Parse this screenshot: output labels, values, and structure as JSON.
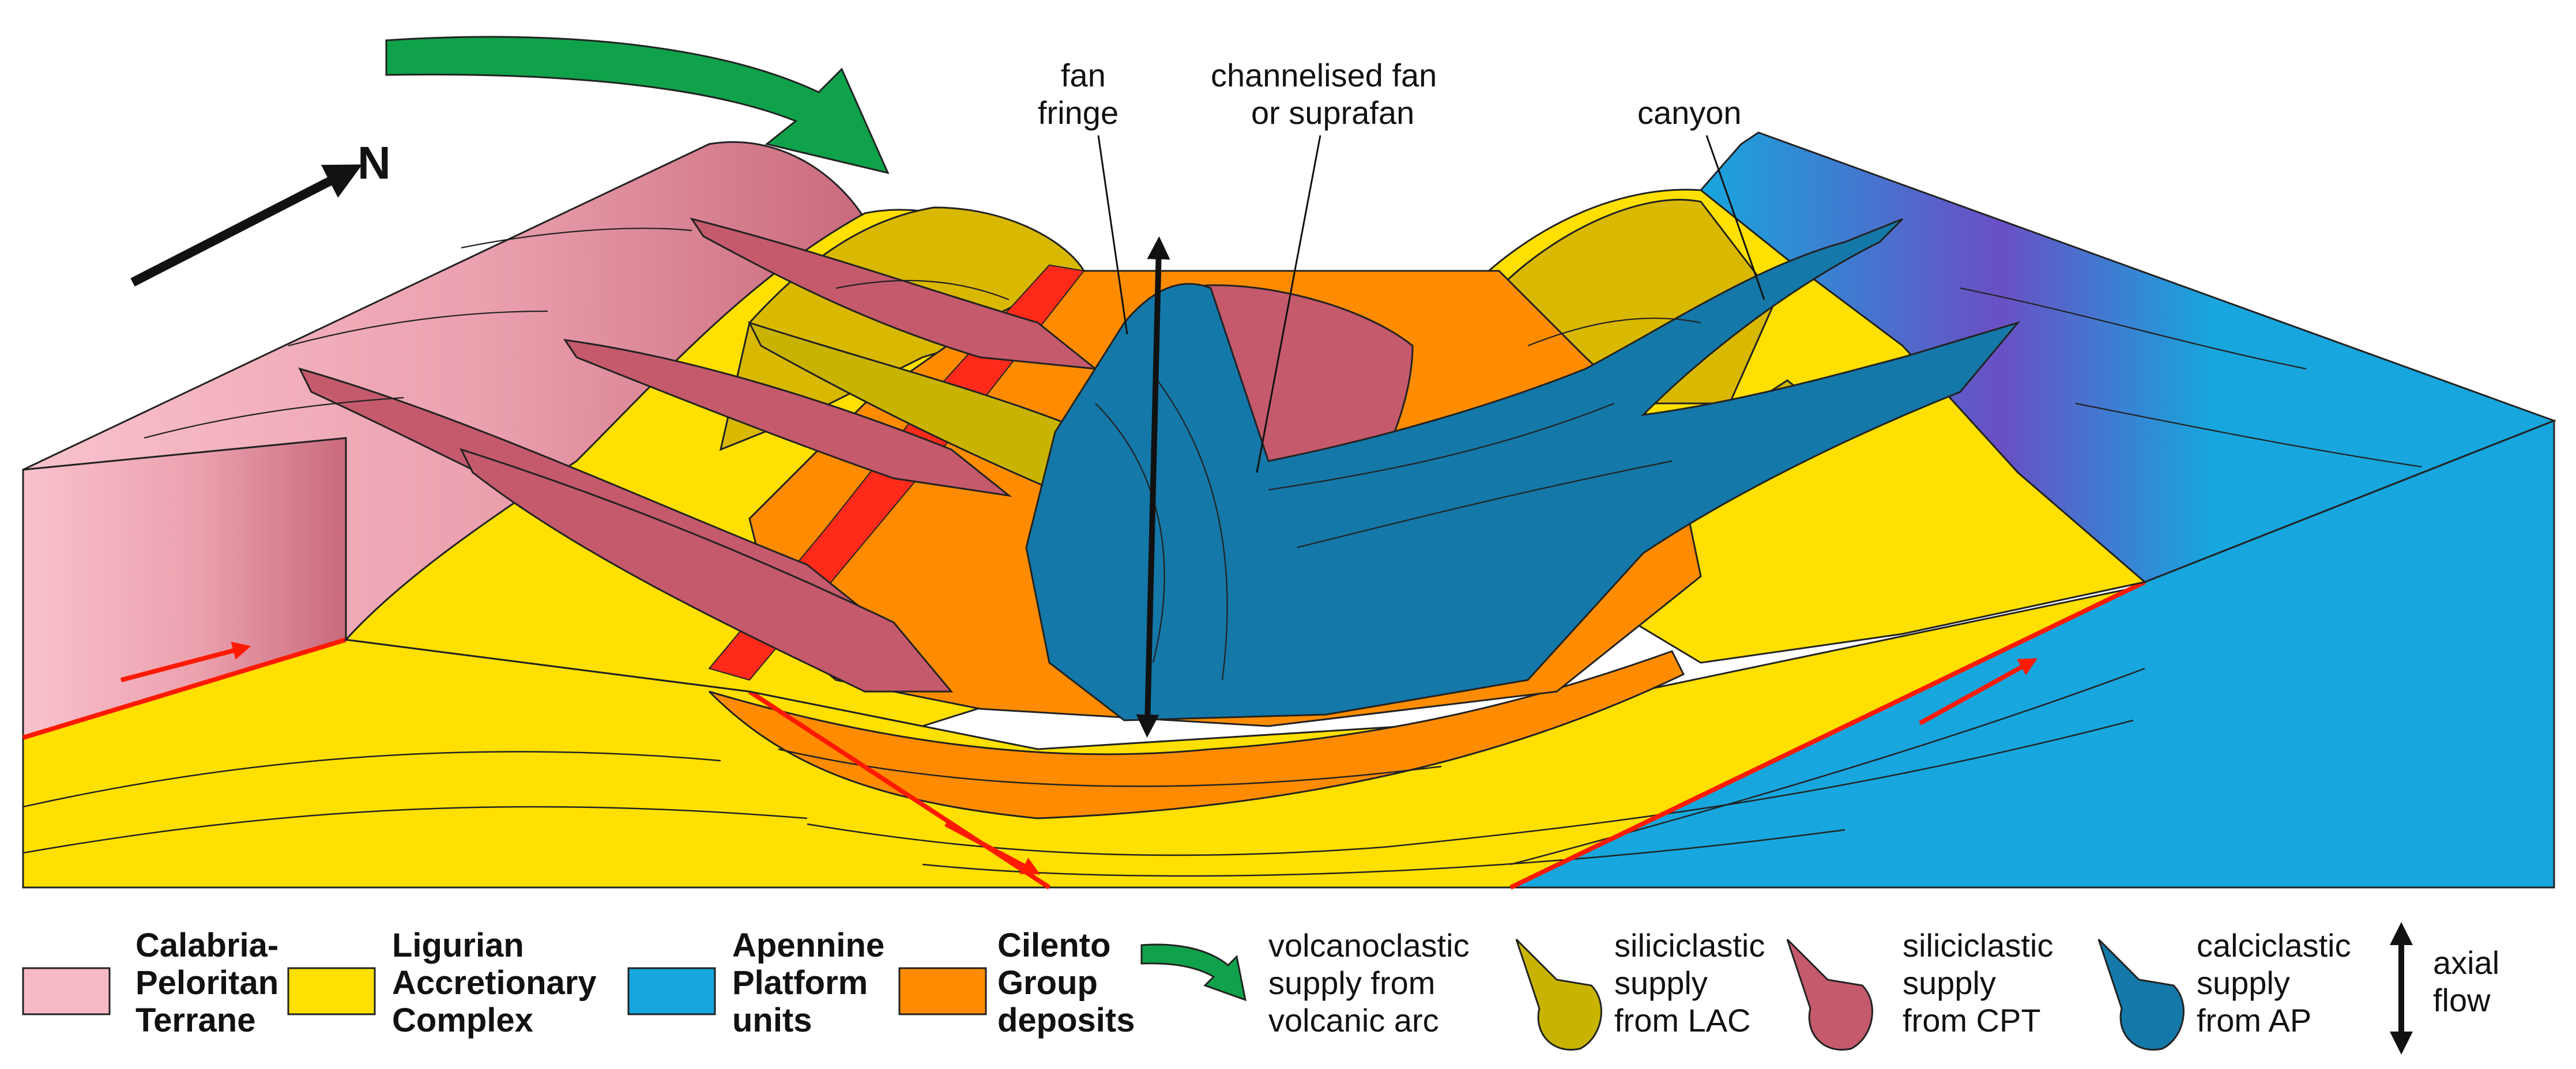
{
  "north_label": "N",
  "annotations": {
    "fan_fringe": [
      "fan",
      "fringe"
    ],
    "channelised": [
      "channelised fan",
      "or suprafan"
    ],
    "canyon": "canyon"
  },
  "legend": {
    "cpt": {
      "lines": [
        "Calabria-",
        "Peloritan",
        "Terrane"
      ],
      "color": "#f8b9c6"
    },
    "lac": {
      "lines": [
        "Ligurian",
        "Accretionary",
        "Complex"
      ],
      "color": "#ffe000"
    },
    "ap": {
      "lines": [
        "Apennine",
        "Platform",
        "units"
      ],
      "color": "#17a6dd"
    },
    "cg": {
      "lines": [
        "Cilento",
        "Group",
        "deposits"
      ],
      "color": "#ff8c00"
    },
    "volcanoclastic": {
      "lines": [
        "volcanoclastic",
        "supply from",
        "volcanic arc"
      ],
      "color": "#0fa24a",
      "icon": "green-curved-arrow"
    },
    "sil_lac": {
      "lines": [
        "siliciclastic",
        "supply",
        "from LAC"
      ],
      "color": "#c8b400"
    },
    "sil_cpt": {
      "lines": [
        "siliciclastic",
        "supply",
        "from CPT"
      ],
      "color": "#c45a6c"
    },
    "calc_ap": {
      "lines": [
        "calciclastic",
        "supply",
        "from AP"
      ],
      "color": "#1478a8"
    },
    "axial": {
      "lines": [
        "axial",
        "flow"
      ],
      "icon": "double-headed-arrow"
    }
  },
  "colors": {
    "red_thrust": "#ff1a00",
    "purple_band": "#6a4fc4"
  }
}
